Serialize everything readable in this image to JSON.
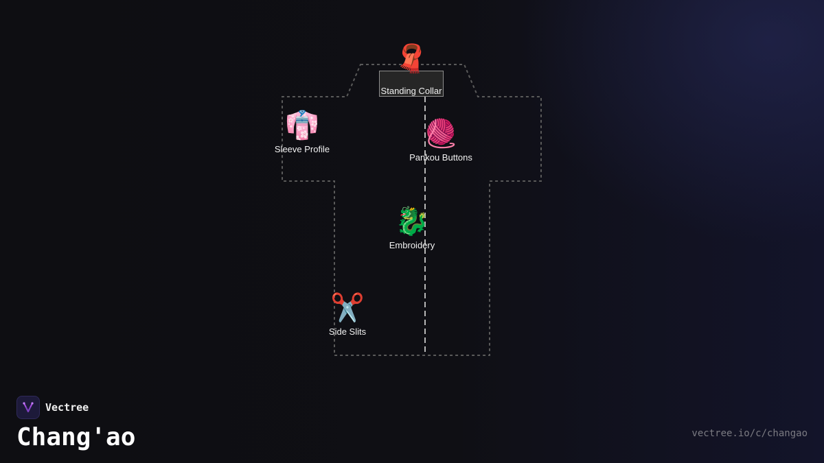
{
  "diagram": {
    "nodes": [
      {
        "id": "collar",
        "icon": "scarf-icon",
        "emoji": "🧣",
        "label": "Standing Collar"
      },
      {
        "id": "sleeve",
        "icon": "kimono-icon",
        "emoji": "👘",
        "label": "Sleeve Profile"
      },
      {
        "id": "pankou",
        "icon": "yarn-icon",
        "emoji": "🧶",
        "label": "Pankou Buttons"
      },
      {
        "id": "embroidery",
        "icon": "dragon-icon",
        "emoji": "🐉",
        "label": "Embroidery"
      },
      {
        "id": "slits",
        "icon": "scissors-icon",
        "emoji": "✂️",
        "label": "Side Slits"
      }
    ]
  },
  "brand": {
    "name": "Vectree",
    "title": "Chang'ao",
    "url": "vectree.io/c/changao",
    "accent": "#a64fe0"
  },
  "colors": {
    "outline": "#5a5a5a",
    "center_seam": "#b8b8b8",
    "collar_fill": "#262626",
    "collar_border": "#8e8e8e"
  }
}
